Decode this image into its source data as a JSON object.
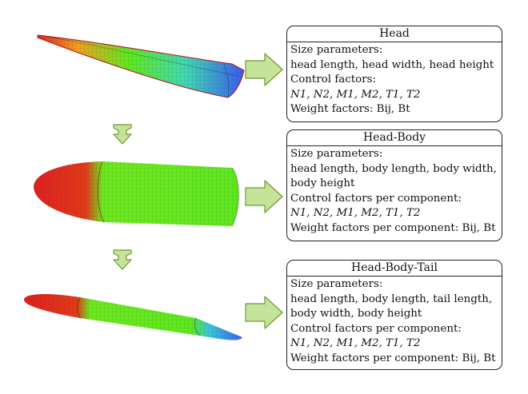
{
  "colors": {
    "red": "#e11f1f",
    "green": "#5ee81e",
    "blue": "#3a5cf0",
    "arrow_fill": "#c6e39a",
    "arrow_stroke": "#6e9a2e"
  },
  "panels": [
    {
      "title": "Head",
      "lines": [
        "Size parameters:",
        "head length, head width, head height",
        "Control factors:",
        "N1, N2, M1, M2, T1, T2",
        "Weight factors: Bij, Bt"
      ]
    },
    {
      "title": "Head-Body",
      "lines": [
        "Size parameters:",
        "head length, body length, body width, body height",
        "Control factors per component:",
        "N1, N2, M1, M2, T1, T2",
        "Weight factors per component: Bij, Bt"
      ]
    },
    {
      "title": "Head-Body-Tail",
      "lines": [
        "Size parameters:",
        "head length, body length, tail length, body width, body height",
        "Control factors per component:",
        "N1, N2, M1, M2, T1, T2",
        "Weight factors per component: Bij, Bt"
      ]
    }
  ]
}
